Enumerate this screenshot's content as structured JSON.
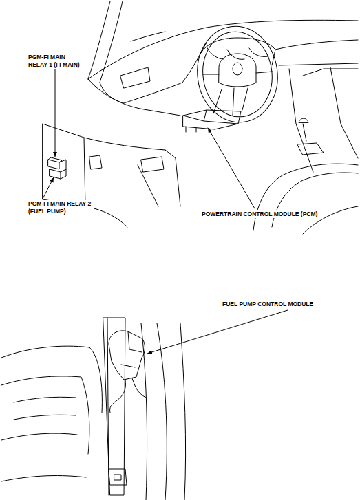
{
  "diagram": {
    "labels": [
      "PGM-FI MAIN RELAY 1 (FI MAIN)",
      "PGM-FI MAIN RELAY 2 (FUEL PUMP)",
      "POWERTRAIN CONTROL MODULE (PCM)",
      "FUEL PUMP CONTROL MODULE"
    ]
  }
}
